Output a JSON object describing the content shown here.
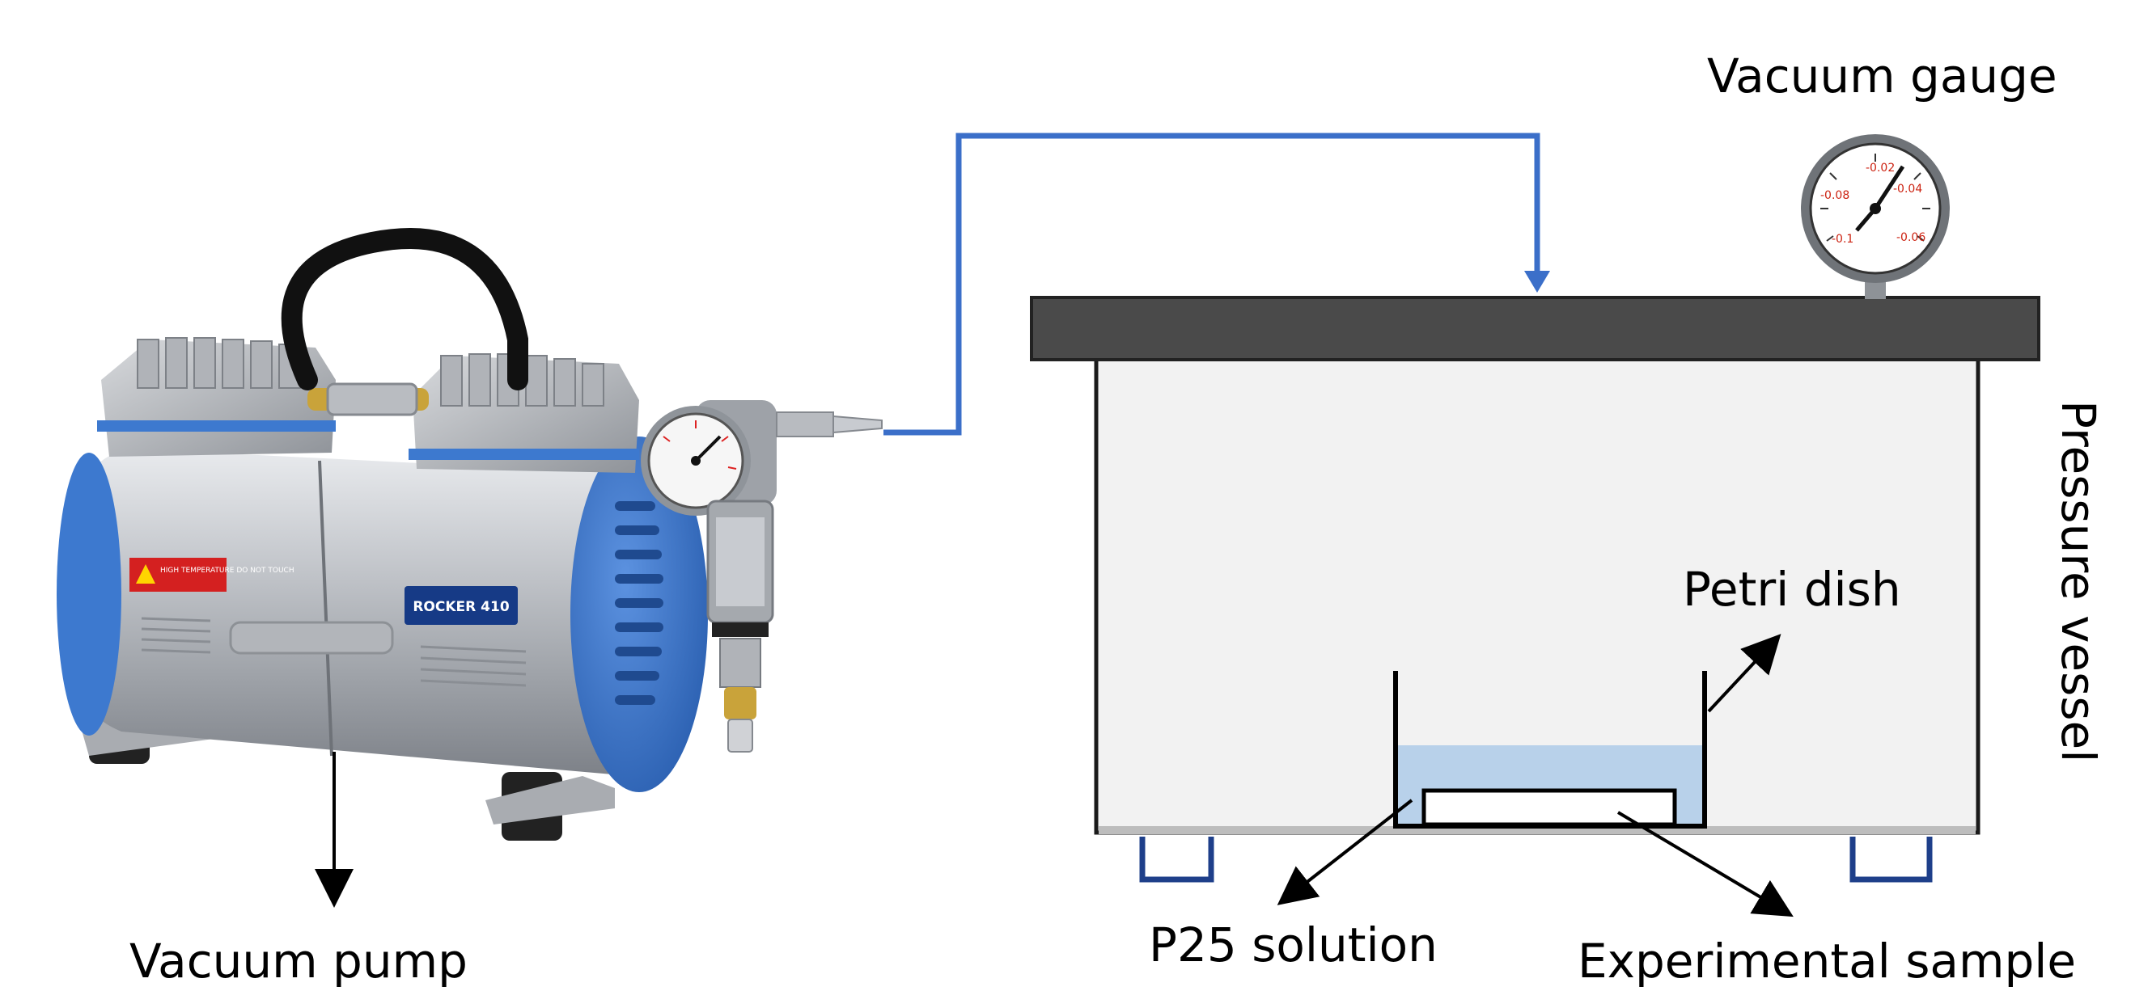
{
  "labels": {
    "vacuum_gauge": "Vacuum gauge",
    "pressure_vessel": "Pressure vessel",
    "petri_dish": "Petri dish",
    "p25_solution": "P25 solution",
    "experimental_sample": "Experimental sample",
    "vacuum_pump": "Vacuum pump"
  },
  "pump_badge": {
    "brand": "ROCKER 410",
    "warning": "HIGH TEMPERATURE DO NOT TOUCH"
  },
  "gauge_marks": [
    "-0.02",
    "-0.04",
    "-0.06",
    "-0.08",
    "-0.1"
  ],
  "colors": {
    "tube": "#3b6fc9",
    "lid": "#4a4a4a",
    "vessel_fill": "#f2f2f2",
    "solution": "#b8d1ea",
    "pump_body": "#c3c6cb",
    "pump_blue": "#3d79cf"
  }
}
